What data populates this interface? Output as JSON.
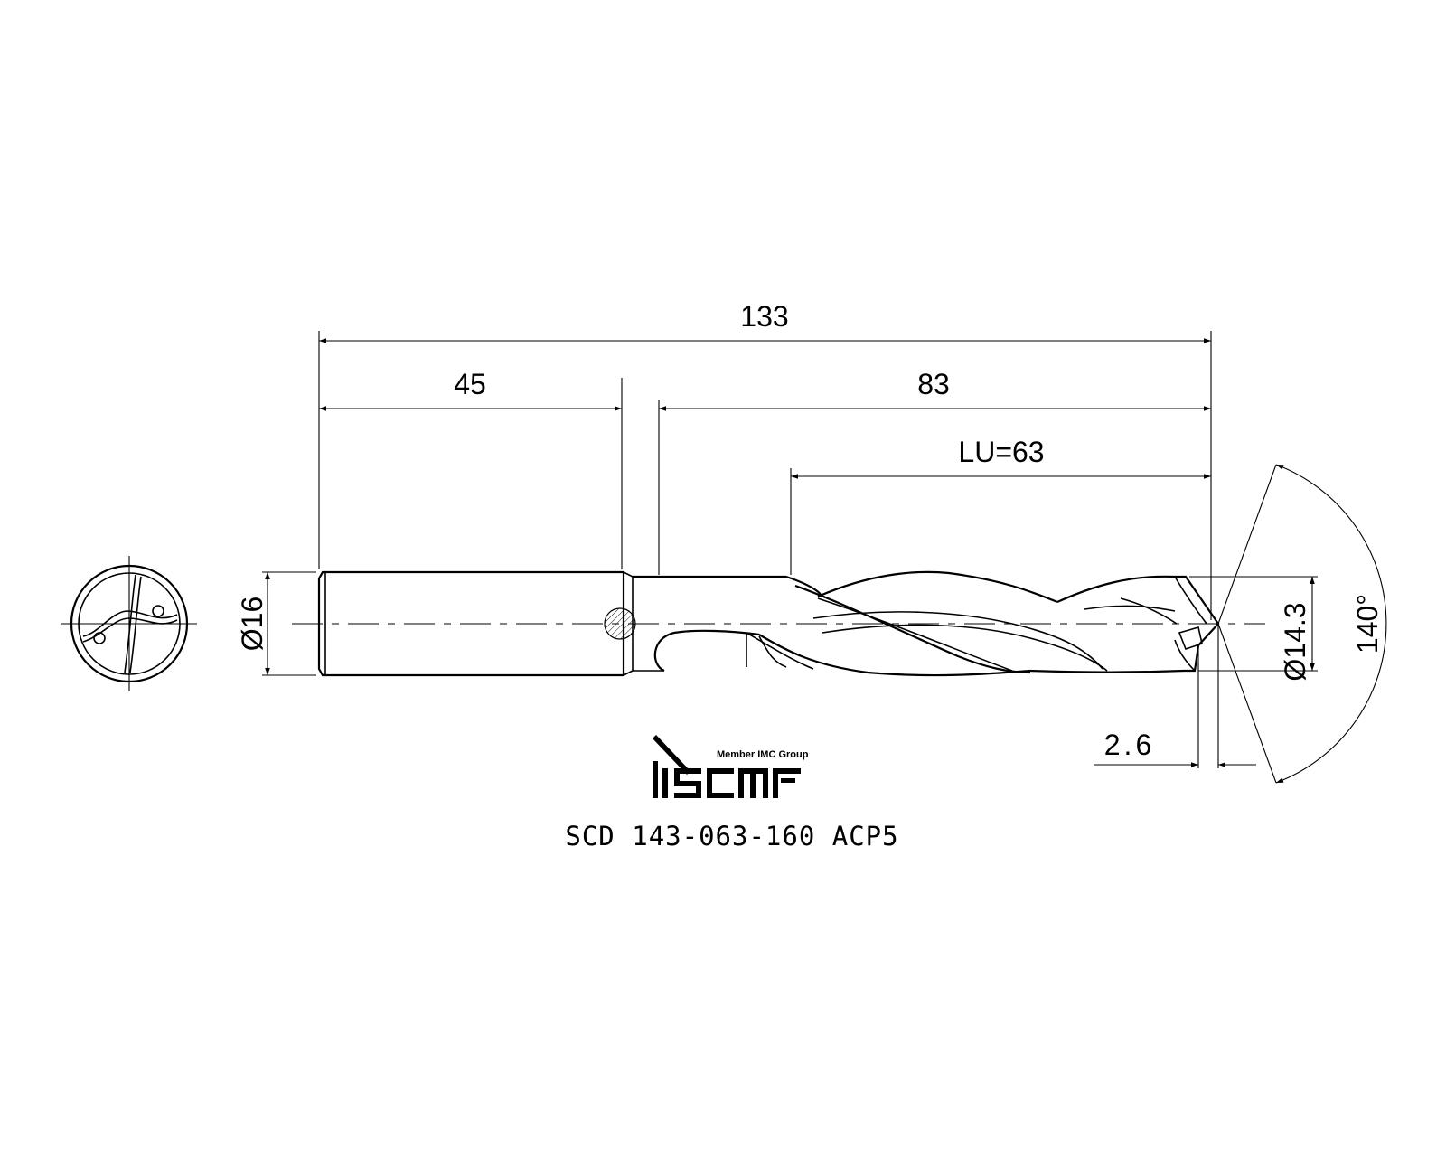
{
  "dimensions": {
    "overall_length": "133",
    "shank_length": "45",
    "body_length": "83",
    "usable_length": "LU=63",
    "shank_diameter": "Ø16",
    "drill_diameter": "Ø14.3",
    "point_angle": "140°",
    "point_length": "2.6"
  },
  "logo": {
    "tagline": "Member IMC Group",
    "brand": "iscar"
  },
  "part_number": "SCD 143-063-160 ACP5"
}
